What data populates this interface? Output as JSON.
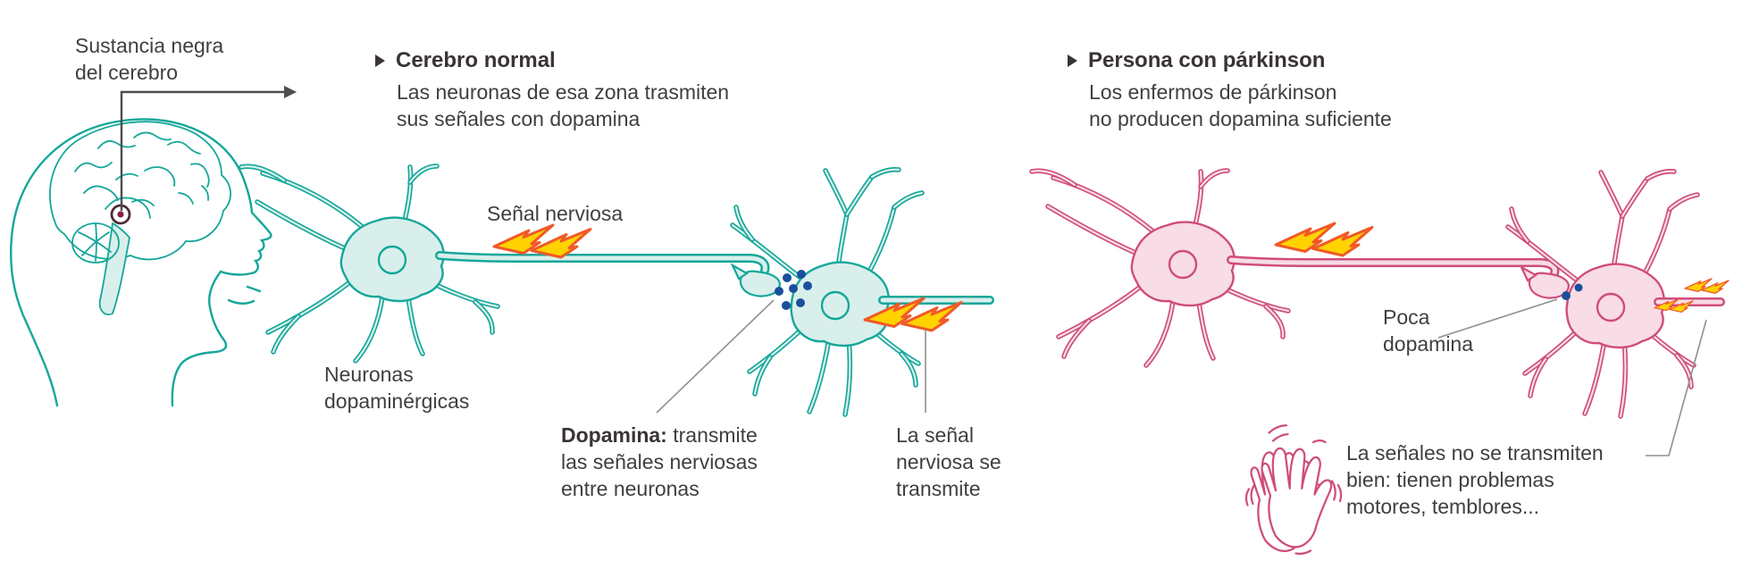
{
  "colors": {
    "teal": "#14a79a",
    "teal_fill": "#d9efeb",
    "pink": "#cf4d79",
    "pink_fill": "#f8dce6",
    "dot": "#1a4f9c",
    "bolt_fill": "#ffd200",
    "bolt_stroke": "#f05a28",
    "leader": "#909090",
    "arrow": "#4d4d4d",
    "marker_ring": "#4d2a33",
    "marker_dot": "#8c2040",
    "text": "#3f3f3f",
    "heading": "#3a3335"
  },
  "icons": {
    "section_bullet": "right-triangle",
    "nerve_signal": "double-lightning-bolt",
    "dopamine": "blue-dots-cluster",
    "substantia_marker": "circled-dot",
    "hands": "trembling-hands-outline"
  },
  "brain_label": "Sustancia negra\ndel cerebro",
  "normal": {
    "heading": "Cerebro normal",
    "subtext": "Las neuronas de esa zona trasmiten\nsus señales con dopamina",
    "signal_label": "Señal nerviosa",
    "neuron_label": "Neuronas\ndopaminérgicas",
    "dopamine_bold": "Dopamina:",
    "dopamine_rest": " transmite\nlas señales nerviosas\nentre neuronas",
    "transmit_label": "La señal\nnerviosa se\ntransmite"
  },
  "parkinson": {
    "heading": "Persona con párkinson",
    "subtext": "Los enfermos de párkinson\nno producen dopamina suficiente",
    "low_dopamine_label": "Poca\ndopamina",
    "symptoms_label": "La señales no se transmiten\nbien: tienen problemas\nmotores, temblores..."
  }
}
